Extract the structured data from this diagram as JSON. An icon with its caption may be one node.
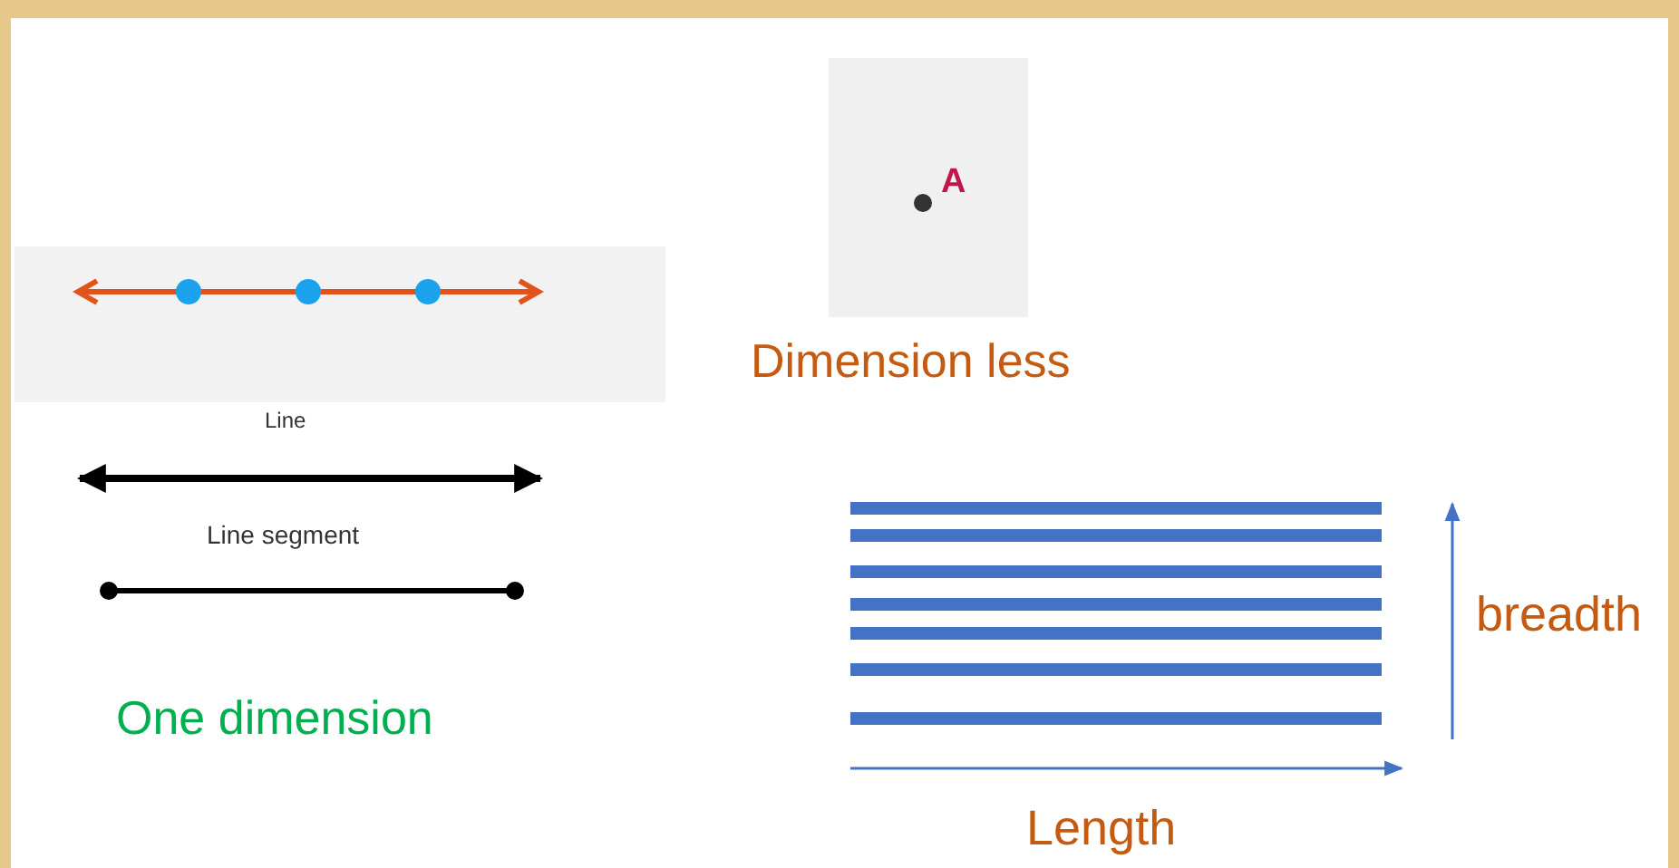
{
  "diagram": {
    "labels": [
      "A",
      "Dimension less",
      "Line",
      "Line segment",
      "breadth",
      "One dimension",
      "Length"
    ]
  }
}
